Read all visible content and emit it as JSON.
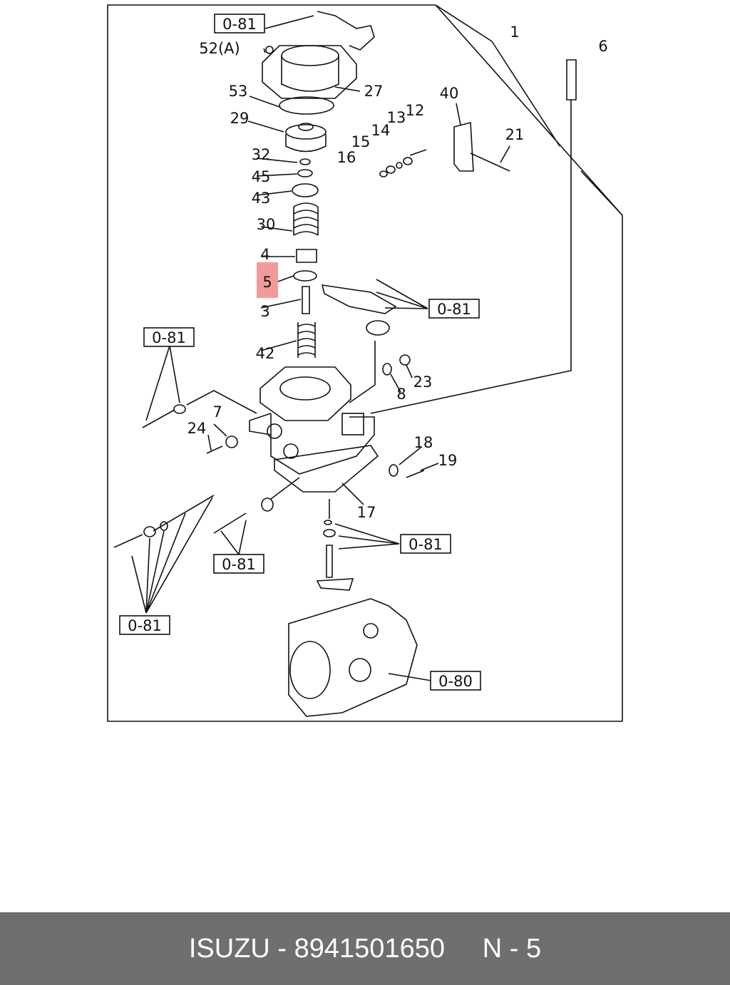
{
  "diagram": {
    "highlight_color": "#f29a9a",
    "highlighted_part": "5",
    "part_labels": [
      {
        "id": "p1",
        "text": "1"
      },
      {
        "id": "p6",
        "text": "6"
      },
      {
        "id": "p52",
        "text": "52(A)"
      },
      {
        "id": "p53",
        "text": "53"
      },
      {
        "id": "p27",
        "text": "27"
      },
      {
        "id": "p40",
        "text": "40"
      },
      {
        "id": "p13",
        "text": "13"
      },
      {
        "id": "p12",
        "text": "12"
      },
      {
        "id": "p14",
        "text": "14"
      },
      {
        "id": "p15",
        "text": "15"
      },
      {
        "id": "p16",
        "text": "16"
      },
      {
        "id": "p21",
        "text": "21"
      },
      {
        "id": "p29",
        "text": "29"
      },
      {
        "id": "p32",
        "text": "32"
      },
      {
        "id": "p45",
        "text": "45"
      },
      {
        "id": "p43",
        "text": "43"
      },
      {
        "id": "p30",
        "text": "30"
      },
      {
        "id": "p4",
        "text": "4"
      },
      {
        "id": "p5",
        "text": "5"
      },
      {
        "id": "p3",
        "text": "3"
      },
      {
        "id": "p42",
        "text": "42"
      },
      {
        "id": "p23",
        "text": "23"
      },
      {
        "id": "p8",
        "text": "8"
      },
      {
        "id": "p7",
        "text": "7"
      },
      {
        "id": "p24",
        "text": "24"
      },
      {
        "id": "p18",
        "text": "18"
      },
      {
        "id": "p19",
        "text": "19"
      },
      {
        "id": "p17",
        "text": "17"
      }
    ],
    "ref_boxes": [
      {
        "id": "r1",
        "text": "0-81"
      },
      {
        "id": "r2",
        "text": "0-81"
      },
      {
        "id": "r3",
        "text": "0-81"
      },
      {
        "id": "r4",
        "text": "0-81"
      },
      {
        "id": "r5",
        "text": "0-81"
      },
      {
        "id": "r6",
        "text": "0-81"
      },
      {
        "id": "r7",
        "text": "0-80"
      }
    ]
  },
  "footer": {
    "brand": "ISUZU",
    "separator": " - ",
    "part_number": "8941501650",
    "gap": "     ",
    "page": "N - 5"
  }
}
